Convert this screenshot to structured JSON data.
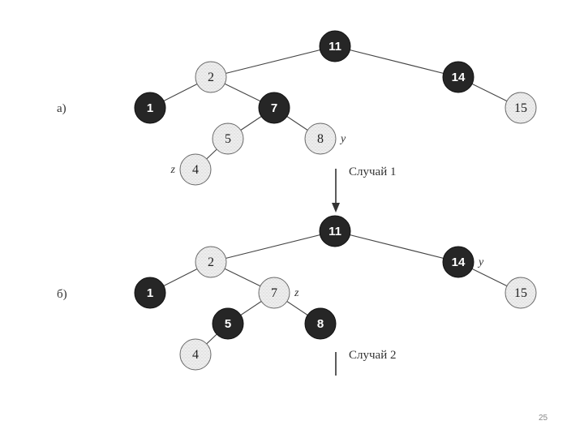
{
  "panels": [
    {
      "label": "а)",
      "nodes": [
        {
          "key": "11",
          "color": "black"
        },
        {
          "key": "2",
          "color": "red"
        },
        {
          "key": "14",
          "color": "black"
        },
        {
          "key": "1",
          "color": "black"
        },
        {
          "key": "7",
          "color": "black"
        },
        {
          "key": "15",
          "color": "red"
        },
        {
          "key": "5",
          "color": "red"
        },
        {
          "key": "8",
          "color": "red"
        },
        {
          "key": "4",
          "color": "red"
        }
      ],
      "edges": [
        [
          "11",
          "2"
        ],
        [
          "11",
          "14"
        ],
        [
          "2",
          "1"
        ],
        [
          "2",
          "7"
        ],
        [
          "14",
          "15"
        ],
        [
          "7",
          "5"
        ],
        [
          "7",
          "8"
        ],
        [
          "5",
          "4"
        ]
      ],
      "pointers": [
        {
          "node": "8",
          "text": "y",
          "side": "right"
        },
        {
          "node": "4",
          "text": "z",
          "side": "left"
        }
      ]
    },
    {
      "label": "б)",
      "nodes": [
        {
          "key": "11",
          "color": "black"
        },
        {
          "key": "2",
          "color": "red"
        },
        {
          "key": "14",
          "color": "black"
        },
        {
          "key": "1",
          "color": "black"
        },
        {
          "key": "7",
          "color": "red"
        },
        {
          "key": "15",
          "color": "red"
        },
        {
          "key": "5",
          "color": "black"
        },
        {
          "key": "8",
          "color": "black"
        },
        {
          "key": "4",
          "color": "red"
        }
      ],
      "edges": [
        [
          "11",
          "2"
        ],
        [
          "11",
          "14"
        ],
        [
          "2",
          "1"
        ],
        [
          "2",
          "7"
        ],
        [
          "14",
          "15"
        ],
        [
          "7",
          "5"
        ],
        [
          "7",
          "8"
        ],
        [
          "5",
          "4"
        ]
      ],
      "pointers": [
        {
          "node": "14",
          "text": "y",
          "side": "right"
        },
        {
          "node": "7",
          "text": "z",
          "side": "right"
        }
      ]
    }
  ],
  "transitions": [
    {
      "label": "Случай 1"
    },
    {
      "label": "Случай 2"
    }
  ],
  "page_number": "25"
}
